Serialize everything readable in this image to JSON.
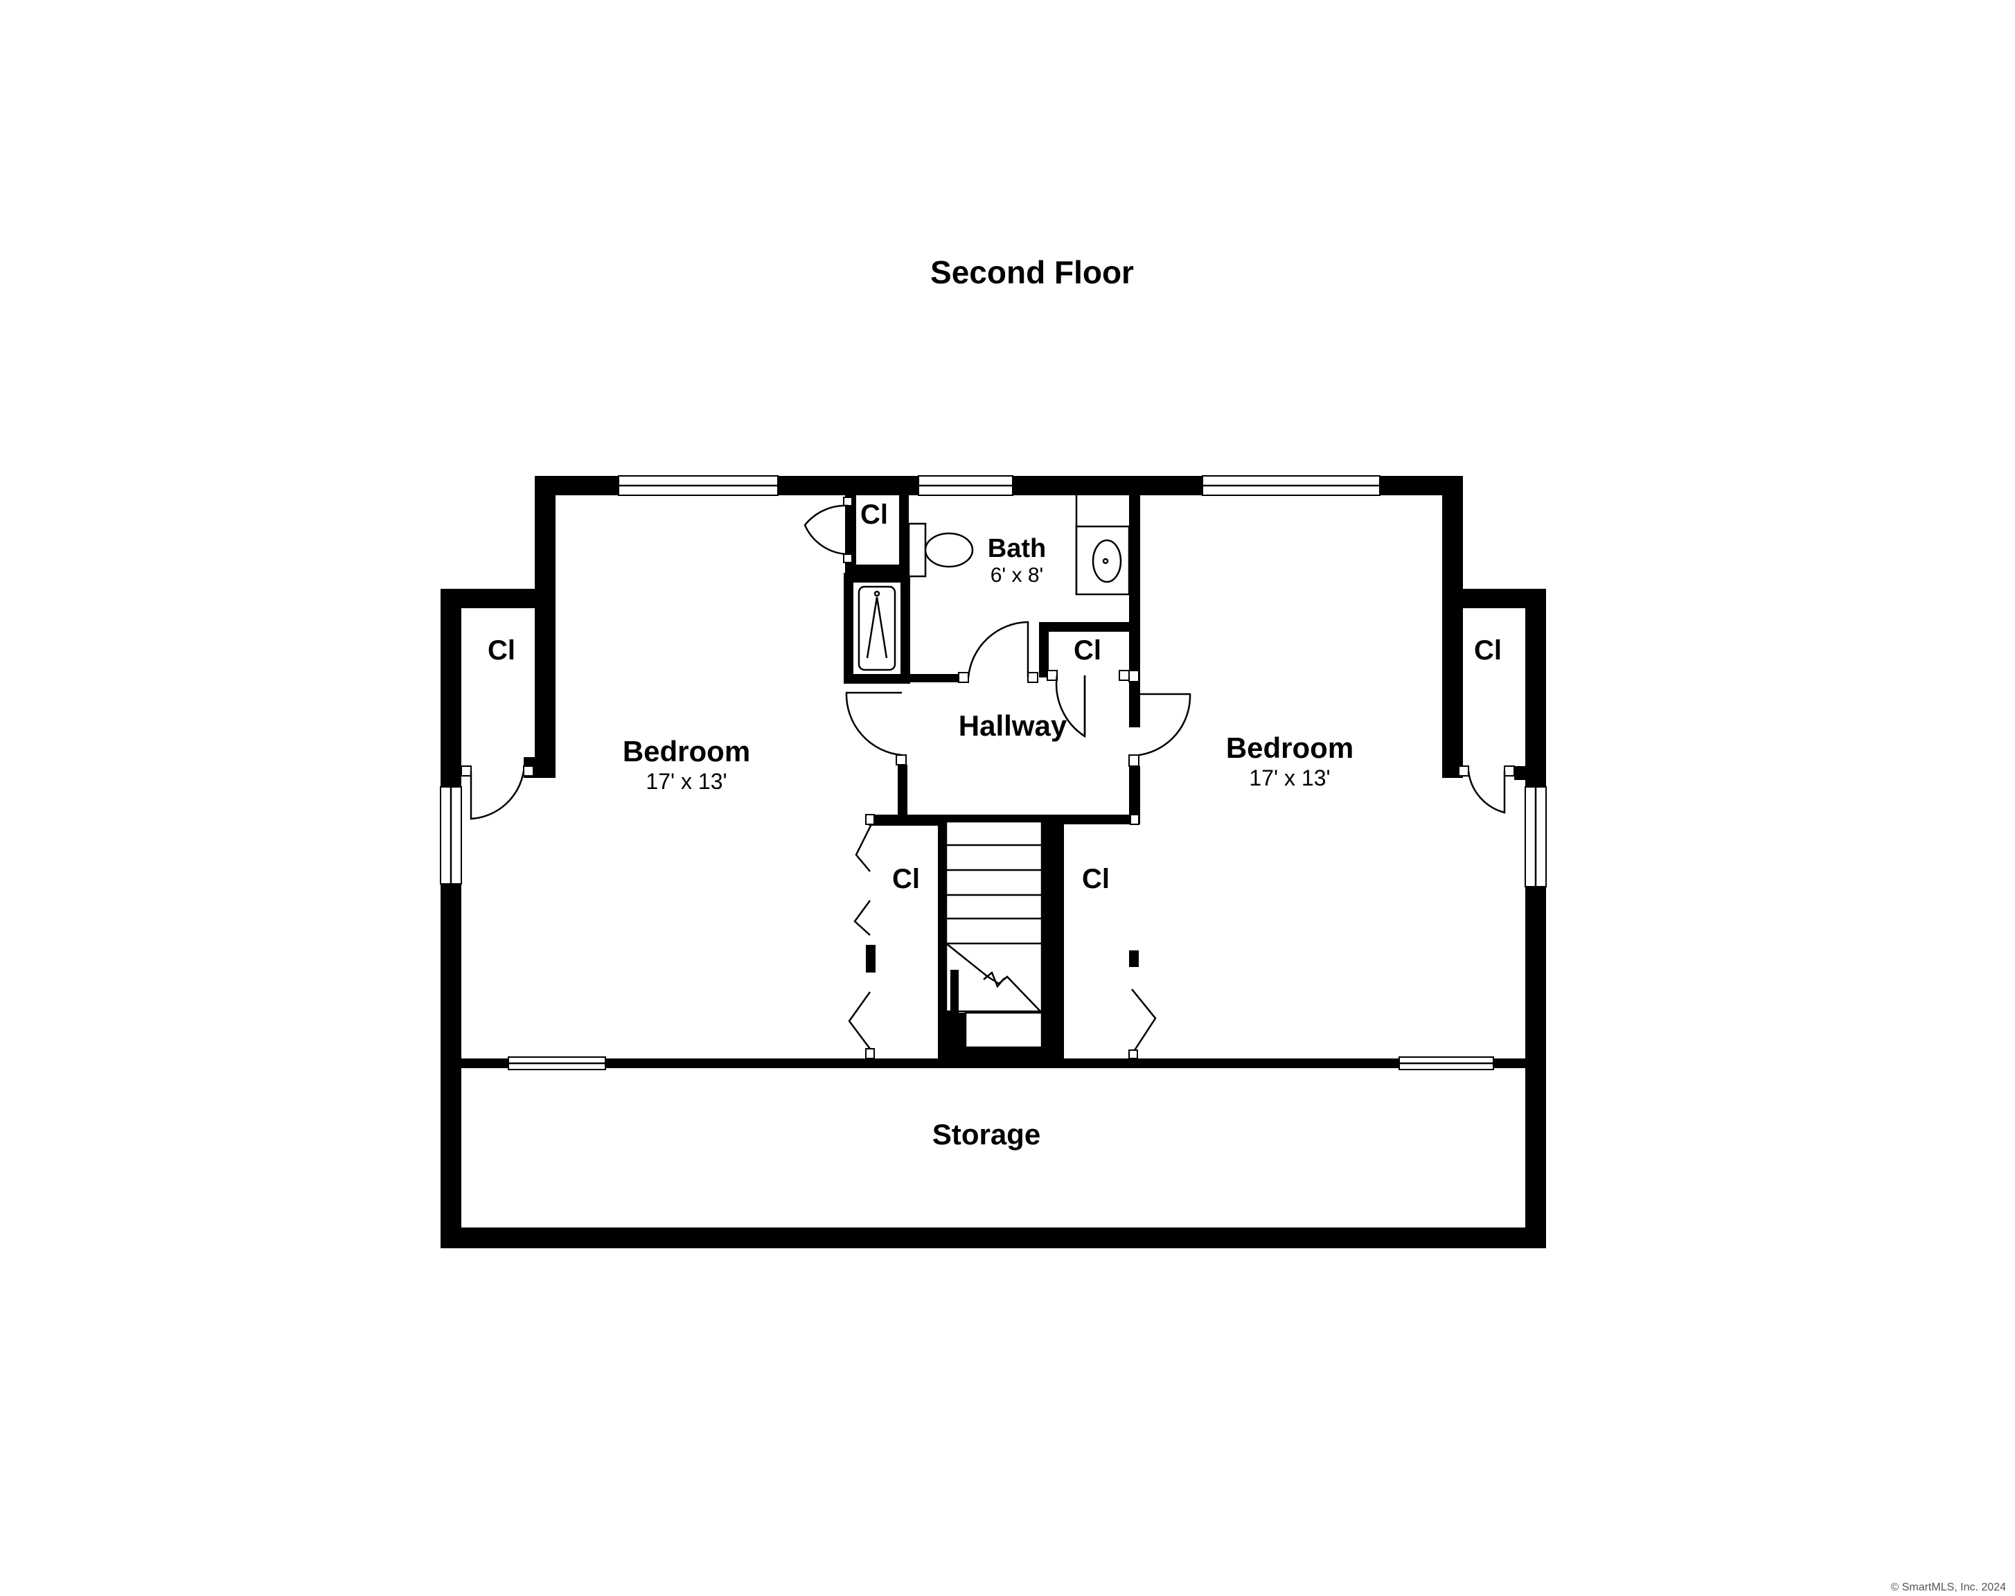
{
  "plan": {
    "title": "Second Floor",
    "copyright": "© SmartMLS, Inc. 2024",
    "colors": {
      "wall": "#000000",
      "background": "#ffffff"
    },
    "rooms": {
      "bedroom_left": {
        "name": "Bedroom",
        "size": "17' x 13'"
      },
      "bedroom_right": {
        "name": "Bedroom",
        "size": "17' x 13'"
      },
      "bath": {
        "name": "Bath",
        "size": "6' x 8'"
      },
      "hallway": {
        "name": "Hallway"
      },
      "storage": {
        "name": "Storage"
      },
      "closet_left": {
        "name": "Cl"
      },
      "closet_right": {
        "name": "Cl"
      },
      "closet_bath": {
        "name": "Cl"
      },
      "closet_hall": {
        "name": "Cl"
      },
      "closet_lower_left": {
        "name": "Cl"
      },
      "closet_lower_right": {
        "name": "Cl"
      }
    }
  }
}
